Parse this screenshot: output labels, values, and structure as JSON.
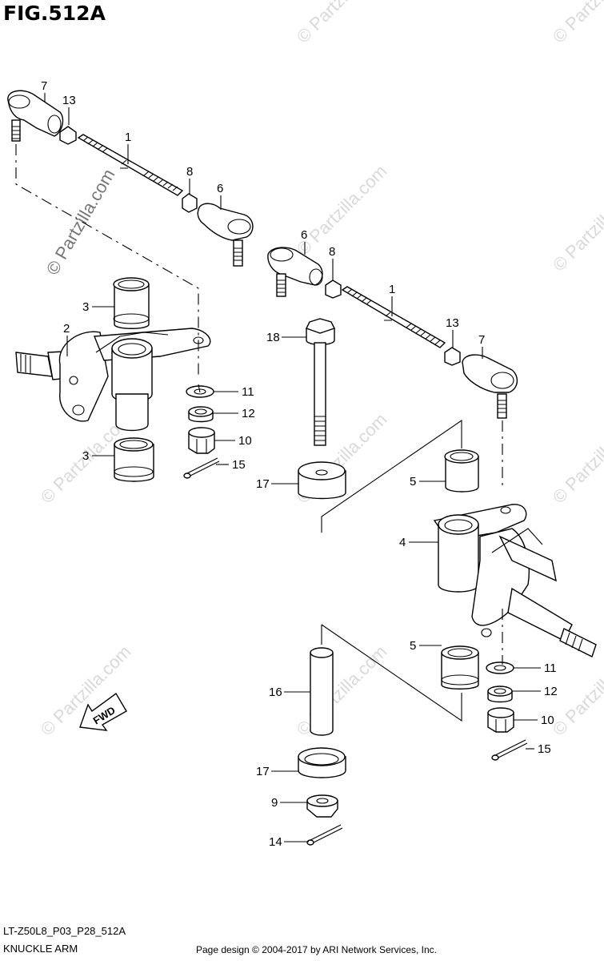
{
  "figure": {
    "title": "FIG.512A",
    "code": "LT-Z50L8_P03_P28_512A",
    "subtitle": "KNUCKLE ARM",
    "credit": "Page design © 2004-2017 by ARI Network Services, Inc.",
    "watermark": "© Partzilla.com",
    "fwd_label": "FWD"
  },
  "callouts": {
    "tie_rod": "1",
    "knuckle_left": "2",
    "bushing_left": "3",
    "knuckle_right": "4",
    "bushing_right": "5",
    "tie_rod_end_inner": "6",
    "tie_rod_end_outer": "7",
    "nut_small": "8",
    "nut_flange": "9",
    "nut_castle": "10",
    "washer": "11",
    "spacer_washer": "12",
    "lock_nut": "13",
    "cotter_pin_large": "14",
    "cotter_pin": "15",
    "collar": "16",
    "seal_cap": "17",
    "bolt": "18"
  }
}
